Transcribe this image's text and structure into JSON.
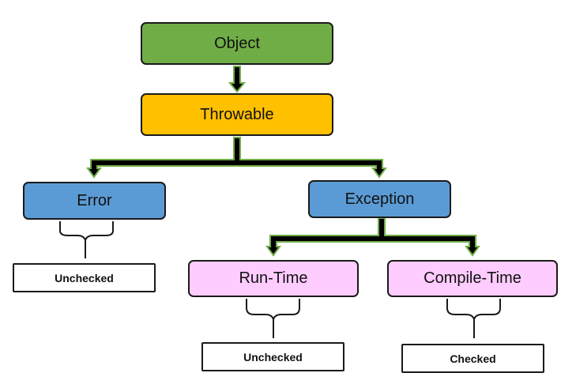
{
  "nodes": {
    "object": "Object",
    "throwable": "Throwable",
    "error": "Error",
    "exception": "Exception",
    "runtime": "Run-Time",
    "compiletime": "Compile-Time"
  },
  "tags": {
    "error": "Unchecked",
    "runtime": "Unchecked",
    "compiletime": "Checked"
  },
  "colors": {
    "object": "#70ad47",
    "throwable": "#ffc000",
    "error_exception": "#5b9bd5",
    "runtime_compiletime": "#ffccff",
    "connector_fill": "#000000",
    "connector_outline": "#70ad47"
  }
}
